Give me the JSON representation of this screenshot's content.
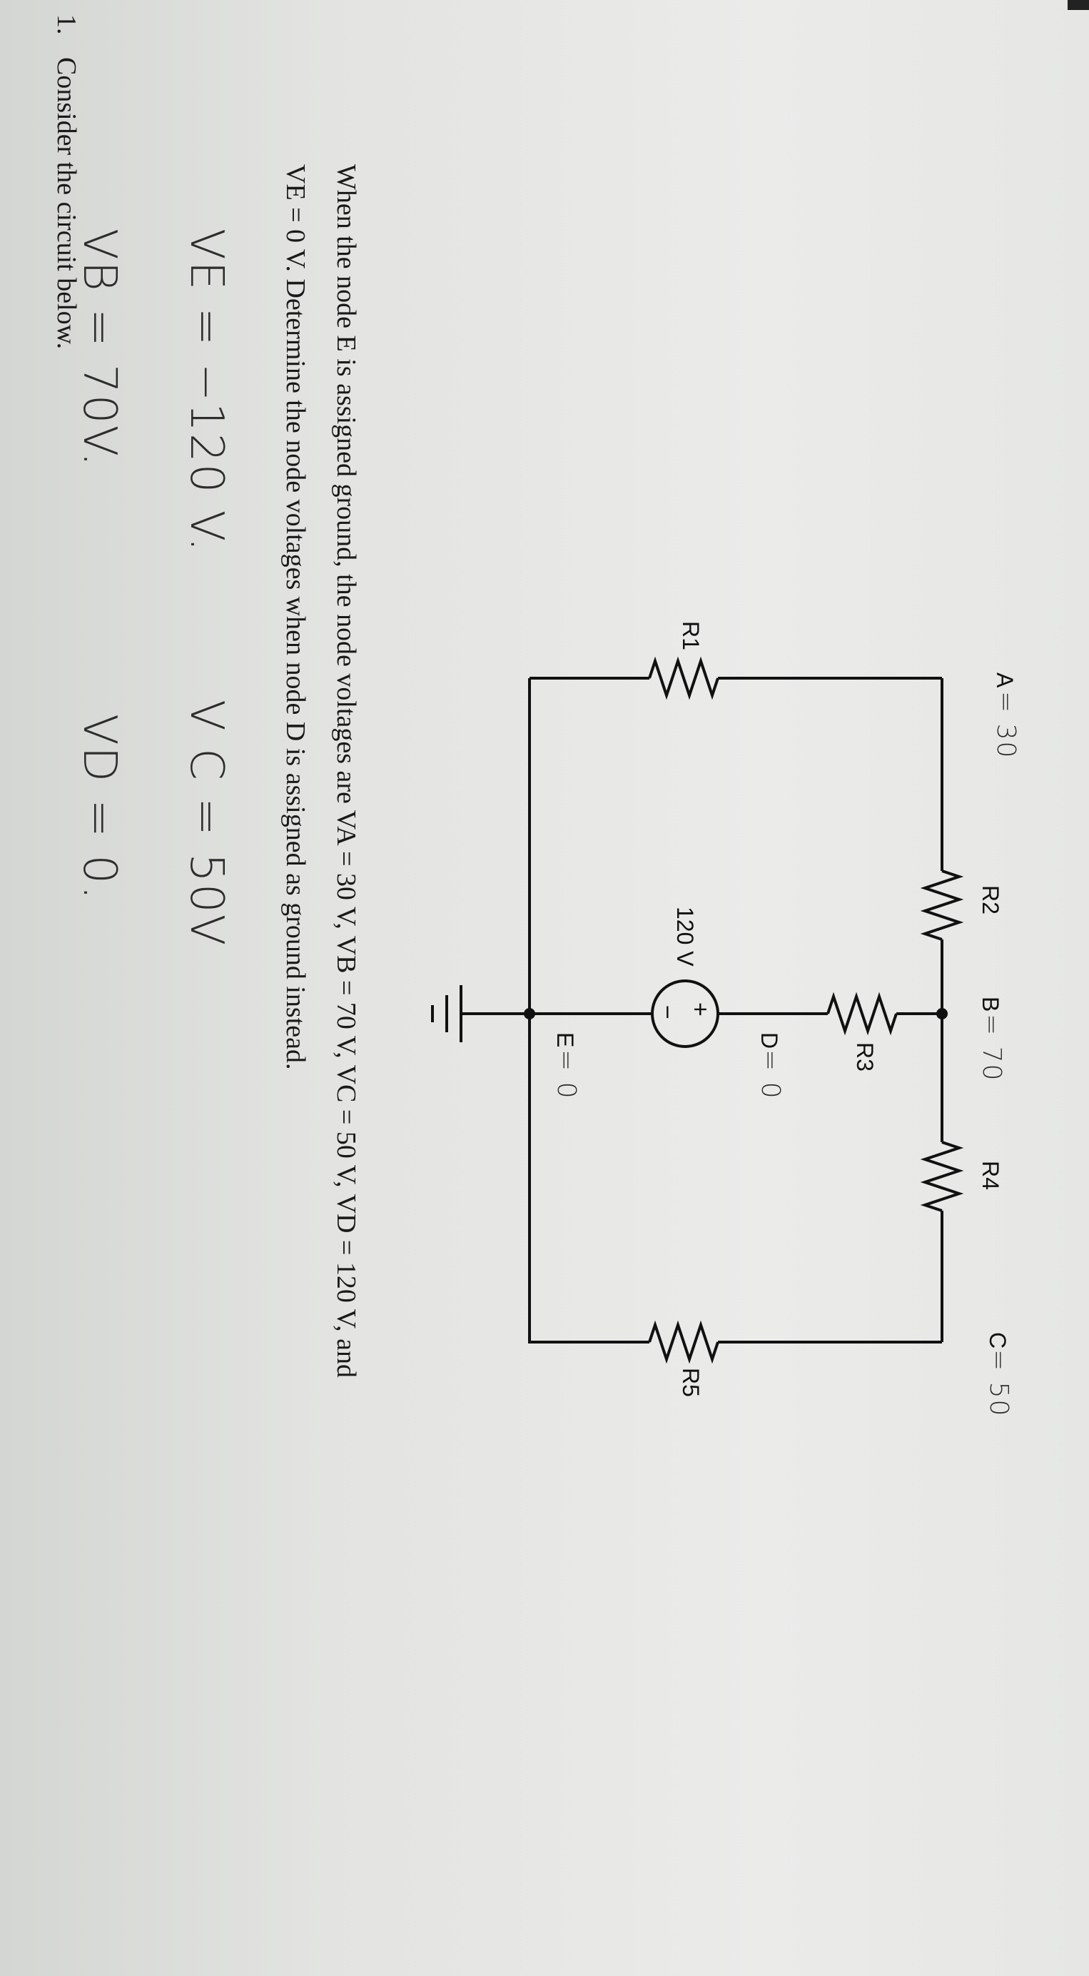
{
  "question": {
    "number": "1.",
    "intro": "Consider the circuit below.",
    "body_line1": "When the node E is assigned ground, the node voltages are VA = 30 V, VB = 70 V, VC = 50 V, VD = 120 V, and",
    "body_line2": "VE = 0 V. Determine the node voltages when node D is assigned as ground instead."
  },
  "circuit": {
    "resistors": [
      "R1",
      "R2",
      "R3",
      "R4",
      "R5"
    ],
    "source_label": "120 V",
    "source_plus": "+",
    "source_minus": "−",
    "node_a_label": "A",
    "node_b_label": "B",
    "node_c_label": "C",
    "node_d_label": "D",
    "node_e_label": "E",
    "annotation_a": "= 30",
    "annotation_b": "= 70",
    "annotation_c": "= 50",
    "annotation_d": "= 0",
    "annotation_e": "= 0"
  },
  "handwritten_answers": {
    "ve": "VE = −120 V.",
    "vc": "V C = 50V",
    "vb": "VB = 70V.",
    "vd": "VD = 0."
  }
}
